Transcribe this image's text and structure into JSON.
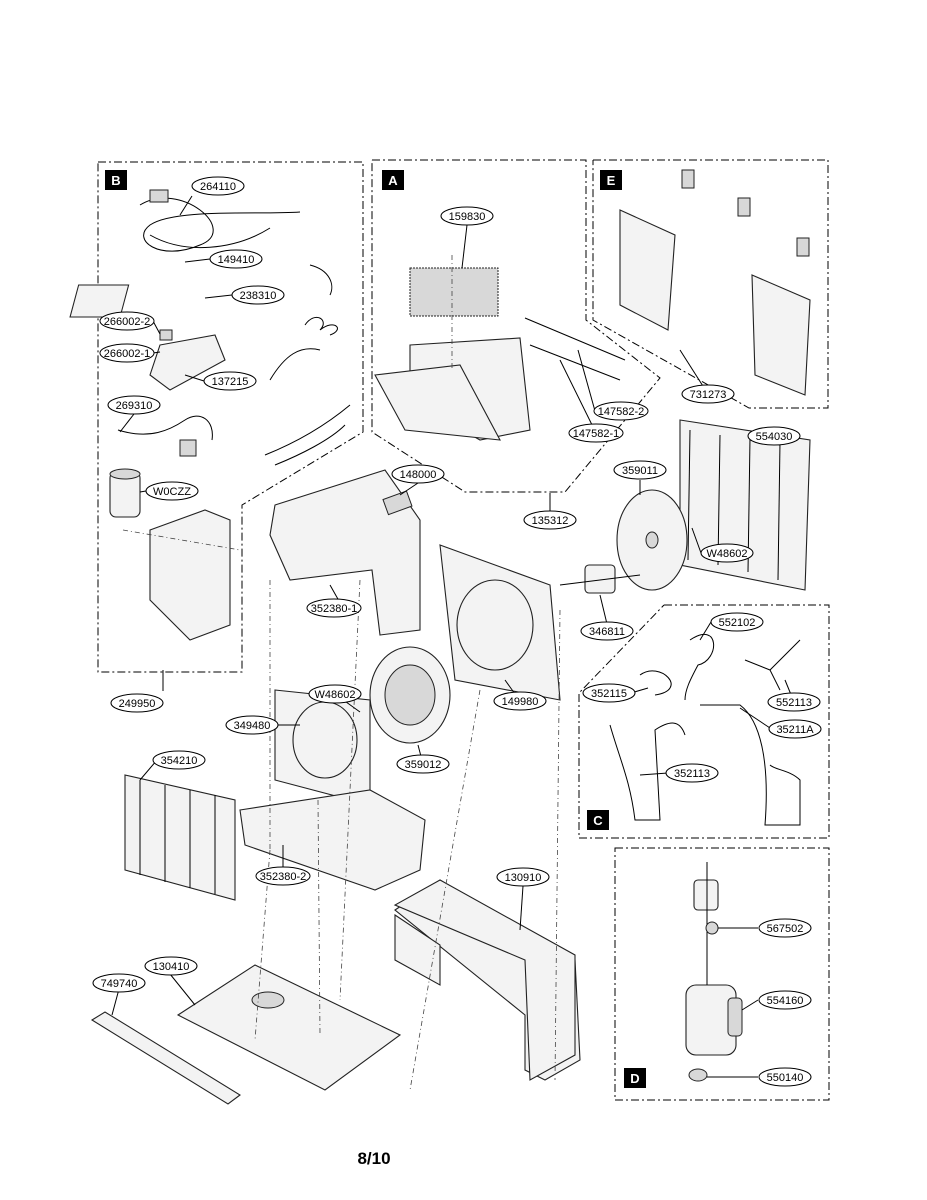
{
  "page_number": "8/10",
  "sections": {
    "a": "A",
    "b": "B",
    "c": "C",
    "d": "D",
    "e": "E"
  },
  "parts": {
    "p264110": "264110",
    "p149410": "149410",
    "p238310": "238310",
    "p266002_2": "266002-2",
    "p266002_1": "266002-1",
    "p137215": "137215",
    "p269310": "269310",
    "pW0CZZ": "W0CZZ",
    "p249950": "249950",
    "p159830": "159830",
    "p147582_2": "147582-2",
    "p147582_1": "147582-1",
    "p135312": "135312",
    "p731273": "731273",
    "p554030": "554030",
    "p359011": "359011",
    "pW48602_a": "W48602",
    "p148000": "148000",
    "p352380_1": "352380-1",
    "p346811": "346811",
    "p149980": "149980",
    "pW48602_b": "W48602",
    "p349480": "349480",
    "p359012": "359012",
    "p354210": "354210",
    "p352380_2": "352380-2",
    "p552102": "552102",
    "p352115": "352115",
    "p552113": "552113",
    "p35211A": "35211A",
    "p352113": "352113",
    "p130910": "130910",
    "p749740": "749740",
    "p130410": "130410",
    "p567502": "567502",
    "p554160": "554160",
    "p550140": "550140"
  }
}
